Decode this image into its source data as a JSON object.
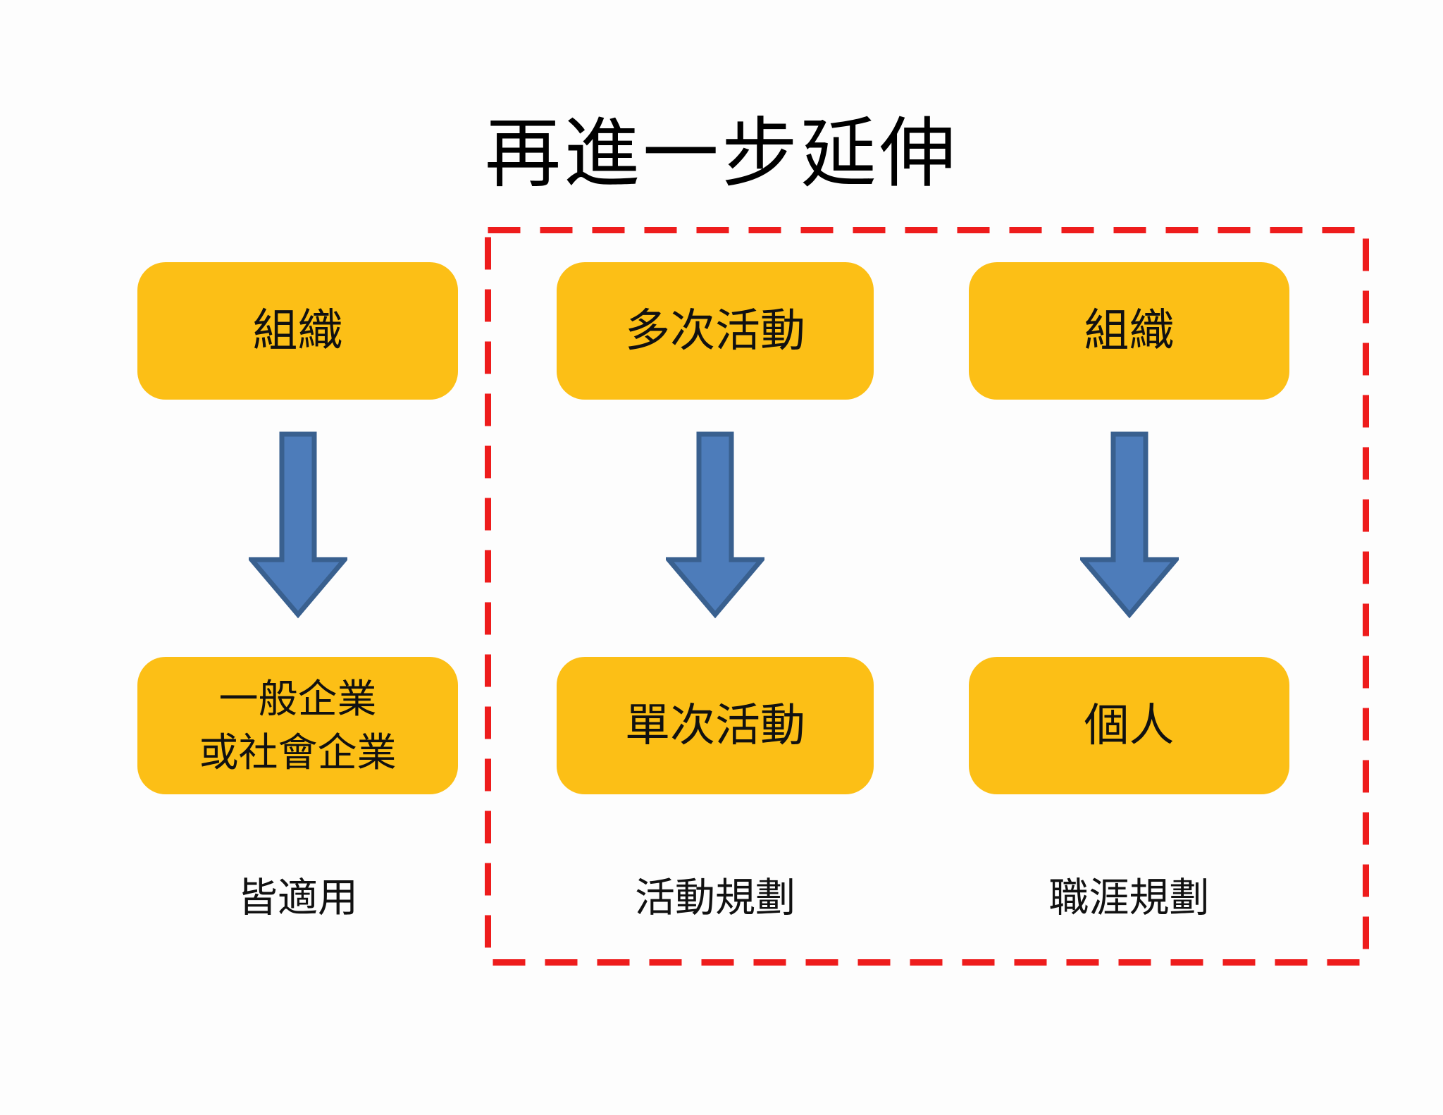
{
  "title": "再進一步延伸",
  "colors": {
    "background": "#fdfdfd",
    "title_text": "#000000",
    "box_fill": "#fcbf16",
    "box_text": "#111111",
    "arrow_fill": "#4d7cba",
    "arrow_stroke": "#39608f",
    "dash_red": "#ee1c1c"
  },
  "columns": [
    {
      "id": "universal",
      "top_box": "組織",
      "bottom_box": "一般企業\n或社會企業",
      "caption": "皆適用",
      "highlighted": false
    },
    {
      "id": "activity",
      "top_box": "多次活動",
      "bottom_box": "單次活動",
      "caption": "活動規劃",
      "highlighted": true
    },
    {
      "id": "career",
      "top_box": "組織",
      "bottom_box": "個人",
      "caption": "職涯規劃",
      "highlighted": true
    }
  ]
}
